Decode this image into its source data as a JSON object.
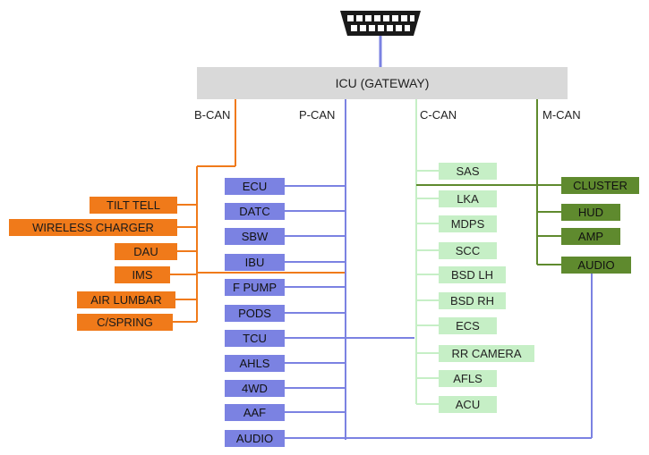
{
  "gateway": {
    "label": "ICU (GATEWAY)"
  },
  "buses": {
    "b_can": "B-CAN",
    "p_can": "P-CAN",
    "c_can": "C-CAN",
    "m_can": "M-CAN"
  },
  "b_can_nodes": [
    "TILT TELL",
    "WIRELESS CHARGER",
    "DAU",
    "IMS",
    "AIR LUMBAR",
    "C/SPRING"
  ],
  "p_can_nodes": [
    "ECU",
    "DATC",
    "SBW",
    "IBU",
    "F PUMP",
    "PODS",
    "TCU",
    "AHLS",
    "4WD",
    "AAF",
    "AUDIO"
  ],
  "c_can_nodes": [
    "SAS",
    "LKA",
    "MDPS",
    "SCC",
    "BSD LH",
    "BSD RH",
    "ECS",
    "RR CAMERA",
    "AFLS",
    "ACU"
  ],
  "m_can_nodes": [
    "CLUSTER",
    "HUD",
    "AMP",
    "AUDIO"
  ],
  "colors": {
    "b_can": "#f07a1a",
    "p_can": "#7b82e2",
    "c_can": "#c6efc6",
    "m_can": "#5f8a2e",
    "gateway": "#d9d9d9"
  },
  "icons": {
    "obd_connector": "obd-connector-icon"
  }
}
